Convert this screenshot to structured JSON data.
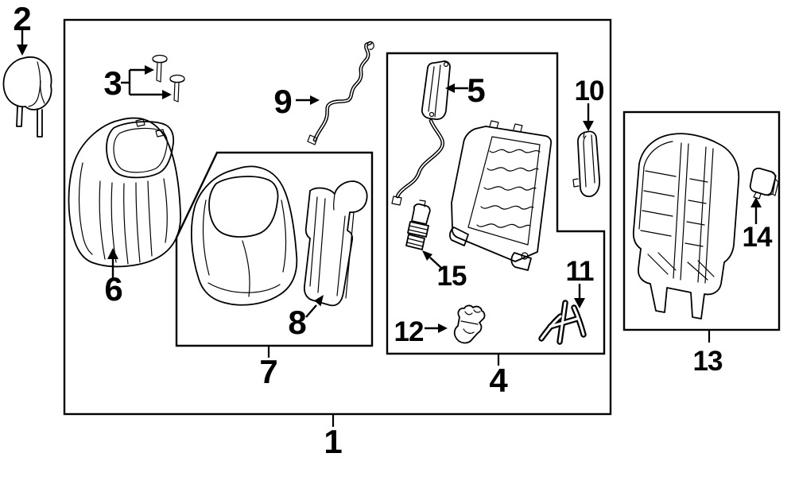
{
  "diagram": {
    "background_color": "#ffffff",
    "line_color": "#000000",
    "callouts": {
      "1": "1",
      "2": "2",
      "3": "3",
      "4": "4",
      "5": "5",
      "6": "6",
      "7": "7",
      "8": "8",
      "9": "9",
      "10": "10",
      "11": "11",
      "12": "12",
      "13": "13",
      "14": "14",
      "15": "15"
    }
  }
}
